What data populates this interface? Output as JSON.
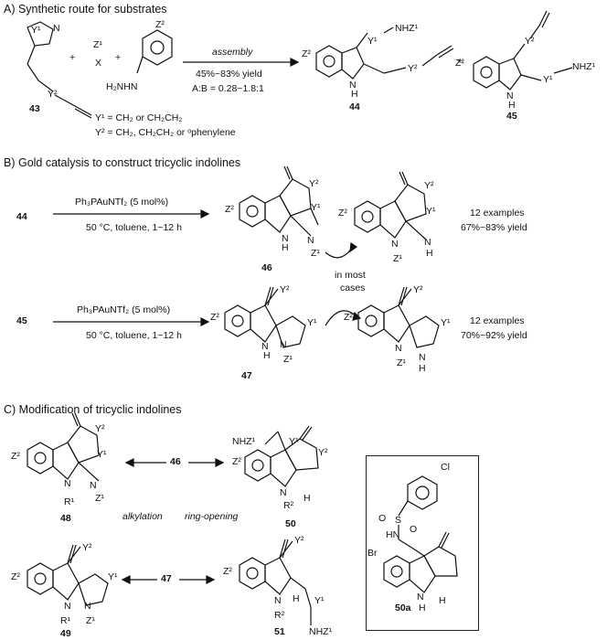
{
  "sections": {
    "a": "A) Synthetic route for substrates",
    "b": "B) Gold catalysis to construct tricyclic indolines",
    "c": "C) Modification of tricyclic indolines"
  },
  "part_a": {
    "compound_43": "43",
    "compound_44": "44",
    "compound_45": "45",
    "reagent_z1": "Z¹",
    "reagent_x": "X",
    "hydrazine": "H₂NHN",
    "plus": "+",
    "arrow_label": "assembly",
    "yield": "45%~83% yield",
    "ratio": "A:B = 0.28~1.8:1",
    "y1_def": "Y¹ = CH₂ or CH₂CH₂",
    "y2_def": "Y² = CH₂, CH₂CH₂ or ᵒphenylene",
    "nhz1": "NHZ¹",
    "y1": "Y¹",
    "y2": "Y²",
    "z2": "Z²",
    "nh": "N\nH"
  },
  "part_b": {
    "start_44": "44",
    "start_45": "45",
    "catalyst": "Ph₃PAuNTf₂ (5 mol%)",
    "conditions": "50 °C, toluene, 1~12 h",
    "compound_46": "46",
    "compound_47": "47",
    "note": "in most cases",
    "examples_1": "12 examples",
    "yield_1": "67%~83% yield",
    "examples_2": "12 examples",
    "yield_2": "70%~92% yield"
  },
  "part_c": {
    "compound_46": "46",
    "compound_47": "47",
    "compound_48": "48",
    "compound_49": "49",
    "compound_50": "50",
    "compound_51": "51",
    "compound_50a": "50a",
    "alkylation": "alkylation",
    "ring_opening": "ring-opening",
    "nhz1": "NHZ¹",
    "r1": "R¹",
    "r2": "R²",
    "cl": "Cl",
    "br": "Br",
    "hn": "HN",
    "s": "S",
    "o": "O"
  }
}
